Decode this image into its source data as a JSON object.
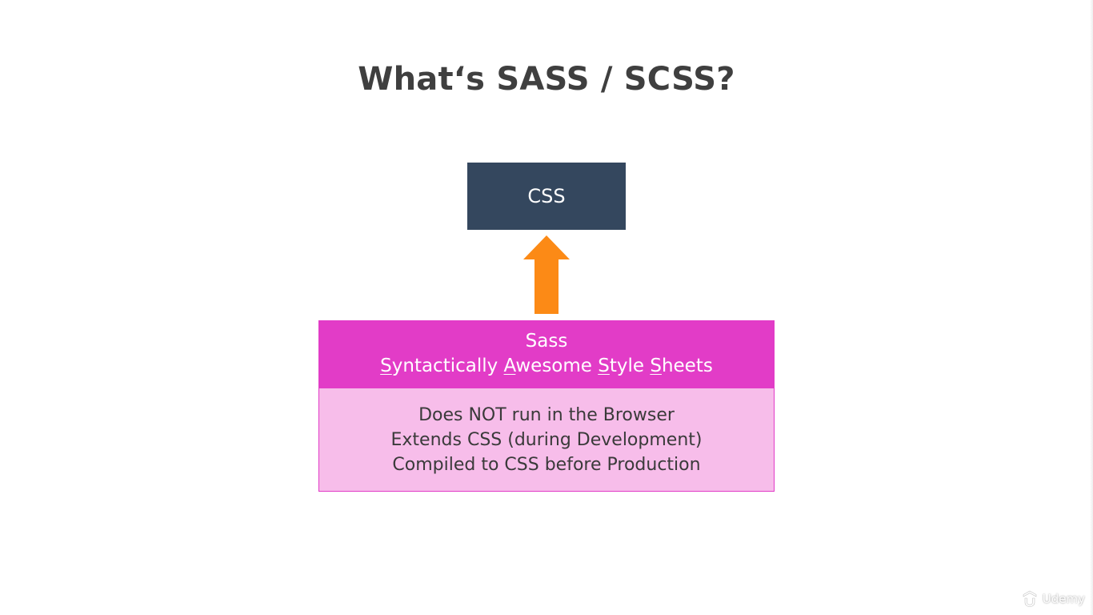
{
  "slide": {
    "title": "What‘s SASS / SCSS?"
  },
  "diagram": {
    "css_box": {
      "label": "CSS",
      "color": "#34475e"
    },
    "arrow": {
      "direction": "up",
      "color": "#fc8a16"
    },
    "sass_box": {
      "header_color": "#e23cc7",
      "body_color": "#f7bdea",
      "title": "Sass",
      "expansion": [
        {
          "initial": "S",
          "rest": "yntactically "
        },
        {
          "initial": "A",
          "rest": "wesome "
        },
        {
          "initial": "S",
          "rest": "tyle "
        },
        {
          "initial": "S",
          "rest": "heets"
        }
      ],
      "points": [
        "Does NOT run in the Browser",
        "Extends CSS (during Development)",
        "Compiled to CSS before Production"
      ]
    }
  },
  "watermark": {
    "text": "Udemy",
    "icon": "udemy-logo-icon"
  }
}
